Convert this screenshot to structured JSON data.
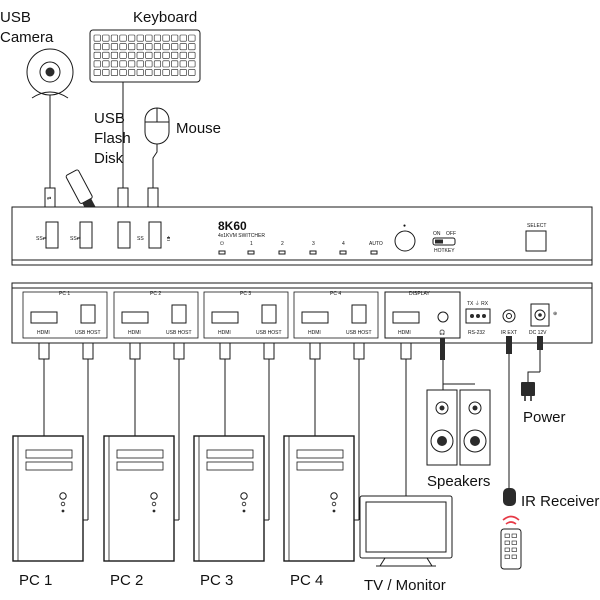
{
  "labels": {
    "usb_camera_1": "USB",
    "usb_camera_2": "Camera",
    "keyboard": "Keyboard",
    "usb_flash_1": "USB",
    "usb_flash_2": "Flash",
    "usb_flash_3": "Disk",
    "mouse": "Mouse",
    "power": "Power",
    "speakers": "Speakers",
    "ir_receiver": "IR Receiver",
    "pc1": "PC 1",
    "pc2": "PC 2",
    "pc3": "PC 3",
    "pc4": "PC 4",
    "tv_monitor": "TV / Monitor"
  },
  "front_panel": {
    "brand": "8K60",
    "model": "4x1KVM SWITCHER",
    "leds": [
      "1",
      "2",
      "3",
      "4",
      "AUTO"
    ],
    "switch_on": "ON",
    "switch_off": "OFF",
    "hotkey": "HOTKEY",
    "select": "SELECT"
  },
  "rear_panel": {
    "groups": [
      "PC 1",
      "PC 2",
      "PC 3",
      "PC 4"
    ],
    "hdmi": "HDMI",
    "usb_host": "USB HOST",
    "display": "DISPLAY",
    "rs232_txrx": "TX ⏚ RX",
    "rs232": "RS-232",
    "ir_ext": "IR EXT",
    "dc": "DC 12V"
  }
}
